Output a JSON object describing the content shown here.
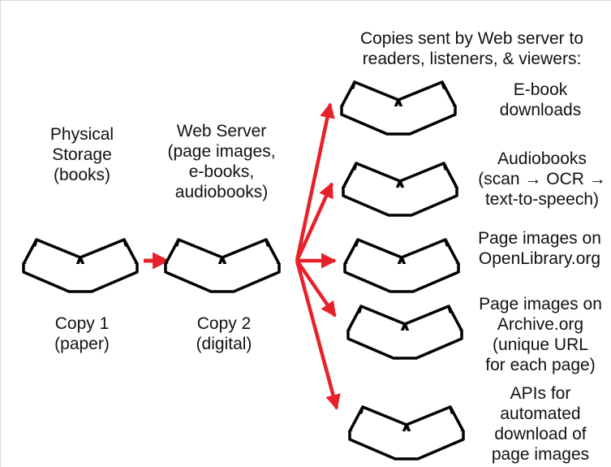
{
  "header": {
    "lines": [
      "Copies sent by Web server to",
      "readers, listeners, & viewers:"
    ]
  },
  "physical": {
    "title_lines": [
      "Physical",
      "Storage",
      "(books)"
    ],
    "caption_lines": [
      "Copy 1",
      "(paper)"
    ]
  },
  "server": {
    "title_lines": [
      "Web Server",
      "(page images,",
      "e-books,",
      "audiobooks)"
    ],
    "caption_lines": [
      "Copy 2",
      "(digital)"
    ]
  },
  "outputs": [
    {
      "lines": [
        "E-book",
        "downloads"
      ]
    },
    {
      "lines": [
        "Audiobooks",
        "(scan → OCR →",
        "text-to-speech)"
      ]
    },
    {
      "lines": [
        "Page images on",
        "OpenLibrary.org"
      ]
    },
    {
      "lines": [
        "Page images on",
        "Archive.org",
        "(unique URL",
        "for each page)"
      ]
    },
    {
      "lines": [
        "APIs for",
        "automated",
        "download of",
        "page images"
      ]
    }
  ],
  "colors": {
    "arrow": "#e8202a",
    "ink": "#000000",
    "text": "#111111",
    "background": "#ffffff"
  },
  "icons": {
    "book": "open-book-icon"
  }
}
